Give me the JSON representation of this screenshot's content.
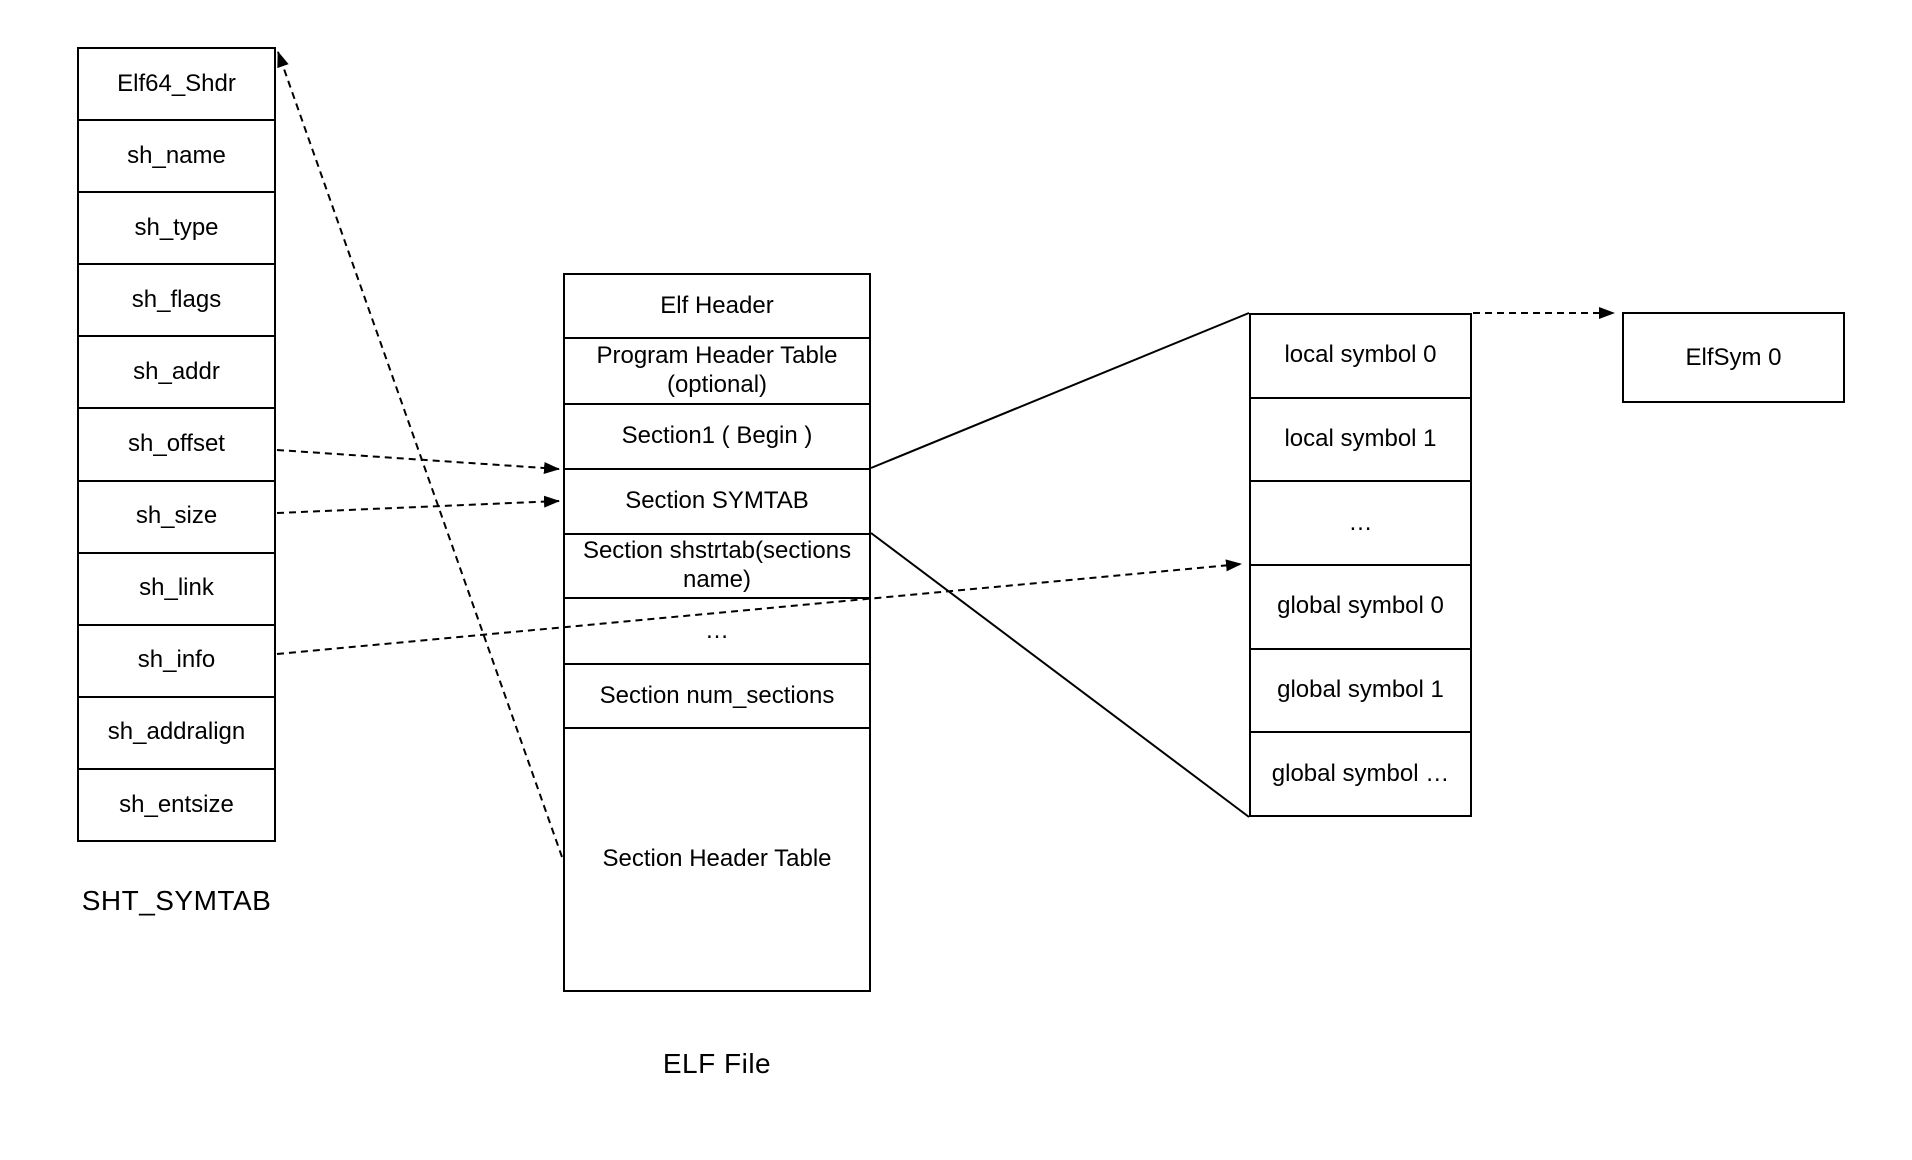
{
  "sht_table": {
    "label": "SHT_SYMTAB",
    "rows": [
      "Elf64_Shdr",
      "sh_name",
      "sh_type",
      "sh_flags",
      "sh_addr",
      "sh_offset",
      "sh_size",
      "sh_link",
      "sh_info",
      "sh_addralign",
      "sh_entsize"
    ]
  },
  "elf_table": {
    "label": "ELF File",
    "rows": [
      "Elf Header",
      "Program Header Table (optional)",
      "Section1 ( Begin )",
      "Section SYMTAB",
      "Section shstrtab(sections name)",
      "…",
      "Section num_sections",
      "Section Header Table"
    ]
  },
  "symbol_table": {
    "rows": [
      "local symbol 0",
      "local symbol 1",
      "…",
      "global symbol 0",
      "global symbol 1",
      "global symbol …"
    ]
  },
  "elfsym_box": {
    "label": "ElfSym 0"
  },
  "colors": {
    "line": "#000000",
    "text": "#000000",
    "background": "#ffffff"
  }
}
